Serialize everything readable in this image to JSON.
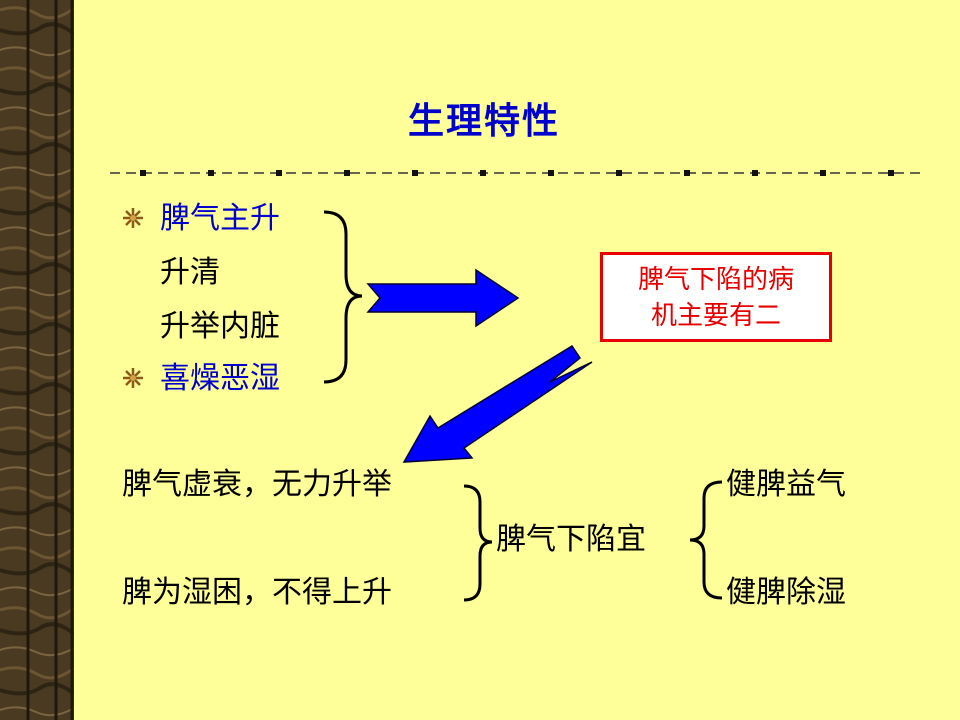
{
  "title": "生理特性",
  "list": {
    "item1": "脾气主升",
    "item2": "升清",
    "item3": "升举内脏",
    "item4": "喜燥恶湿"
  },
  "callout": {
    "line1": "脾气下陷的病",
    "line2": "机主要有二"
  },
  "causes": {
    "cause1": "脾气虚衰，无力升举",
    "cause2": "脾为湿困，不得上升"
  },
  "center": "脾气下陷宜",
  "treatments": {
    "t1": "健脾益气",
    "t2": "健脾除湿"
  },
  "colors": {
    "background": "#ffff99",
    "title_text": "#0000cc",
    "arrow_fill": "#0000ff",
    "callout_border": "#e60000",
    "callout_text": "#e60000",
    "side_panel": "#4a3a22"
  },
  "icons": {
    "bullet": "starburst-bullet-icon"
  }
}
